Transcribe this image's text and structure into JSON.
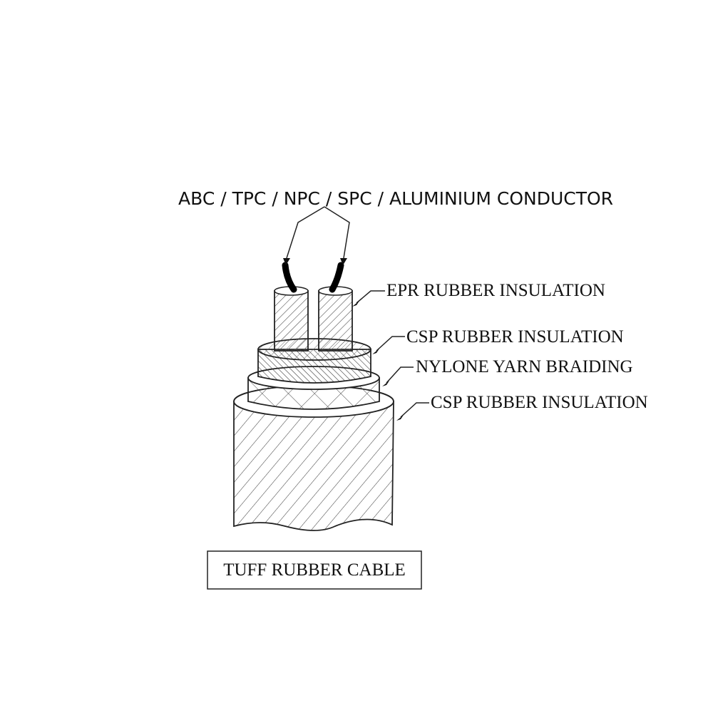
{
  "labels": {
    "conductor": "ABC / TPC / NPC / SPC / ALUMINIUM CONDUCTOR",
    "epr_insulation": "EPR RUBBER INSULATION",
    "csp_insulation_inner": "CSP RUBBER INSULATION",
    "nylon_braiding": "NYLONE YARN BRAIDING",
    "csp_insulation_outer": "CSP RUBBER INSULATION"
  },
  "title": "TUFF RUBBER CABLE"
}
